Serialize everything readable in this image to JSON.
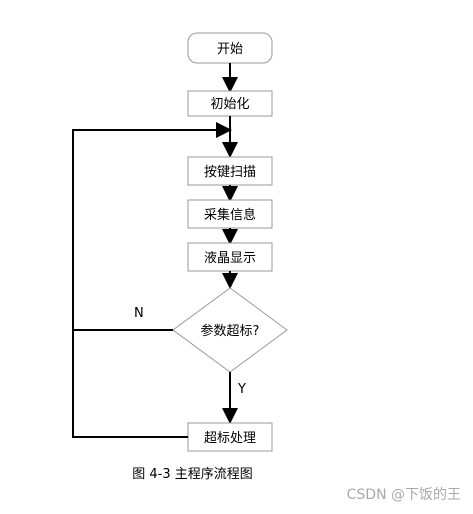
{
  "nodes": {
    "start": "开始",
    "init": "初始化",
    "scan": "按键扫描",
    "collect": "采集信息",
    "display": "液晶显示",
    "decision": "参数超标?",
    "handle": "超标处理"
  },
  "edges": {
    "no_label": "N",
    "yes_label": "Y"
  },
  "caption": "图 4-3 主程序流程图",
  "watermark": "CSDN @下饭的王",
  "colors": {
    "stroke": "#000000",
    "decision_stroke": "#999999",
    "box_stroke": "#999999",
    "watermark": "#a9a9a9"
  }
}
